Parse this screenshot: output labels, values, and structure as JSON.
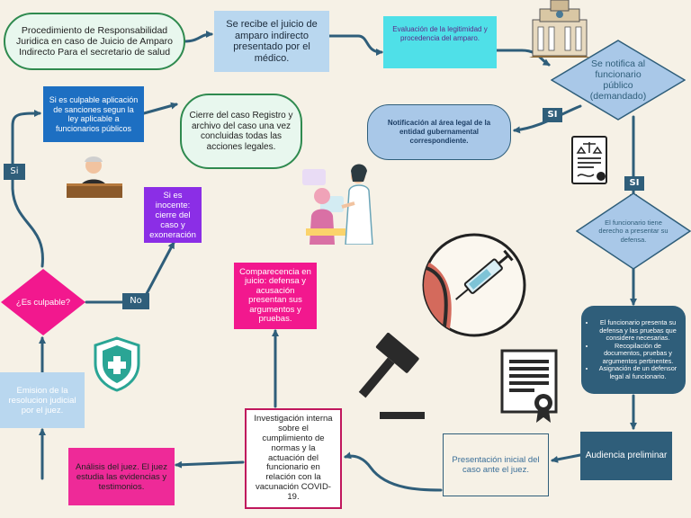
{
  "nodes": {
    "start": "Procedimiento de Responsabilidad Juridica en caso de Juicio de Amparo Indirecto Para el secretario de salud",
    "receive": "Se recibe el juicio de amparo indirecto presentado por el médico.",
    "evaluation": "Evaluación de la legitimidad y procedencia del amparo.",
    "notify": "Se notifica al funcionario público (demandado)",
    "legal_notice": "Notificación al área legal de la entidad gubernamental correspondiente.",
    "close_case": "Cierre del caso Registro y archivo del caso una vez concluidas todas las acciones legales.",
    "guilty_sanctions": "Si es culpable aplicación de sanciones segun la ley aplicable a funcionarios públicos",
    "innocent": "Si es inocente: cierre del caso y exoneración",
    "right_to_defense": "El funcionario tiene derecho a presentar su defensa.",
    "defense_items": [
      "El funcionario presenta su defensa y las pruebas que considere necesarias.",
      "Recopilación de documentos, pruebas y argumentos pertinentes.",
      "Asignación de un defensor legal al funcionario."
    ],
    "preliminary_hearing": "Audiencia preliminar",
    "initial_presentation": "Presentación inicial del caso ante el juez.",
    "investigation": "Investigación interna sobre el cumplimiento de normas y la actuación del funcionario en relación con la vacunación COVID-19.",
    "trial": "Comparecencia en juicio: defensa y acusación presentan sus argumentos y pruebas.",
    "judge_analysis": "Análisis del juez. El juez estudia las evidencias y testimonios.",
    "resolution": "Emision de la resolucion judicial por el juez.",
    "is_guilty": "¿Es culpable?"
  },
  "labels": {
    "yes1": "SI",
    "yes2": "SI",
    "yes3": "Si",
    "no": "No"
  },
  "icons": [
    "courthouse-icon",
    "legal-document-icon",
    "doctor-patient-illustration",
    "judge-illustration",
    "vaccine-syringe-illustration",
    "health-shield-icon",
    "gavel-icon",
    "certificate-icon"
  ],
  "colors": {
    "background": "#f6f1e6",
    "arrow": "#2f5e7a",
    "mint": "#e8f7ee",
    "green_border": "#2f8a4f",
    "light_blue": "#b9d7ef",
    "cyan": "#4fe0e8",
    "blue_pill": "#a9c8e8",
    "royal_blue": "#1d6fc2",
    "purple": "#8b2ee6",
    "pink": "#f2188e",
    "magenta": "#ee2a98",
    "navy": "#2f5e7a",
    "white": "#ffffff"
  }
}
